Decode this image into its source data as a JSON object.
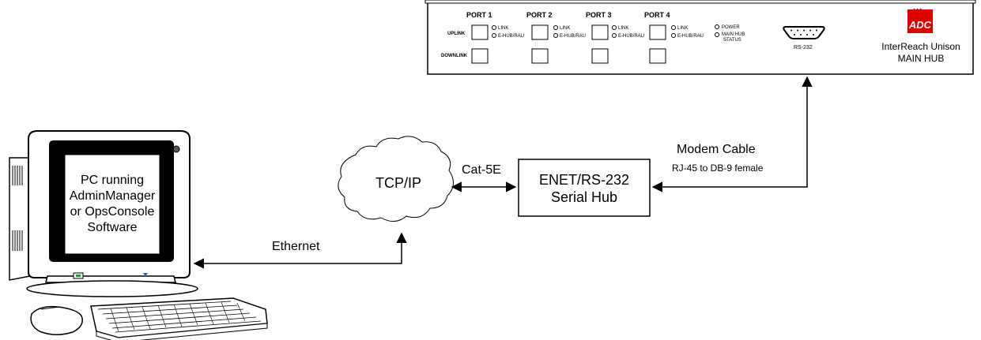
{
  "hub": {
    "ports": [
      "PORT 1",
      "PORT 2",
      "PORT 3",
      "PORT 4"
    ],
    "uplink_label": "UPLINK",
    "downlink_label": "DOWNLINK",
    "link_led": "LINK",
    "ehub_led": "E-HUB/RAU",
    "power_led": "POWER",
    "status_led_line1": "MAIN HUB",
    "status_led_line2": "STATUS",
    "serial_port": "RS-232",
    "brand_logo": "ADC",
    "product_line1": "InterReach Unison",
    "product_line2": "MAIN HUB"
  },
  "pc": {
    "screen_line1": "PC running",
    "screen_line2": "AdminManager",
    "screen_line3": "or OpsConsole",
    "screen_line4": "Software"
  },
  "cloud": {
    "label": "TCP/IP"
  },
  "serial_hub": {
    "line1": "ENET/RS-232",
    "line2": "Serial Hub"
  },
  "links": {
    "ethernet": "Ethernet",
    "cat5e": "Cat-5E",
    "modem_cable": "Modem Cable",
    "modem_cable_sub": "RJ-45 to DB-9 female"
  }
}
